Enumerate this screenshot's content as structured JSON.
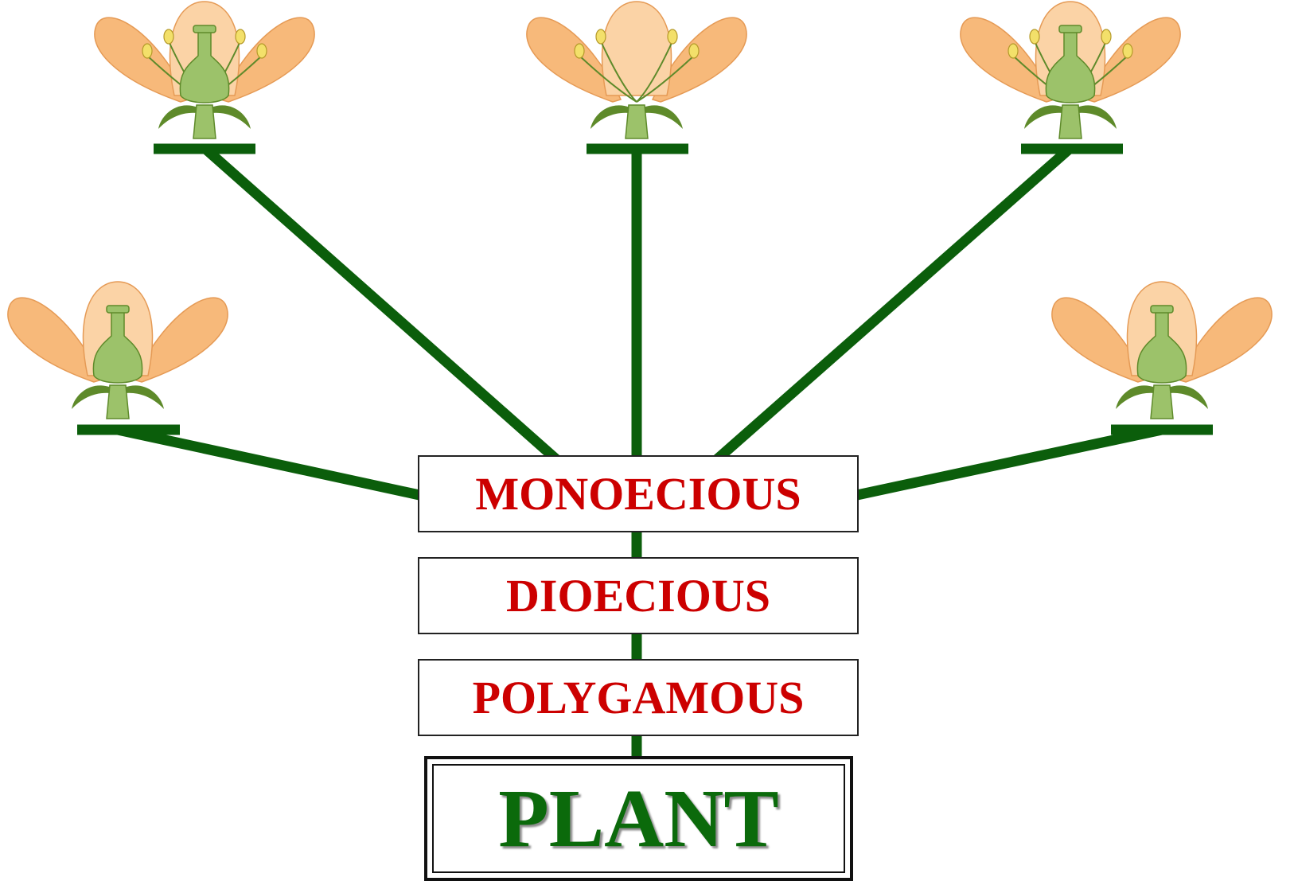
{
  "diagram": {
    "colors": {
      "stem": "#0b5e0b",
      "type_text": "#cc0000",
      "plant_text": "#0b6a0b",
      "petal": "#f7b97a",
      "petal_light": "#fbd3a6",
      "green_part": "#9cc26a",
      "dark_green": "#5e8a2a",
      "anther": "#f3e06a"
    },
    "types": [
      {
        "id": "monoecious",
        "label": "MONOECIOUS"
      },
      {
        "id": "dioecious",
        "label": "DIOECIOUS"
      },
      {
        "id": "polygamous",
        "label": "POLYGAMOUS"
      }
    ],
    "root_label": "PLANT",
    "flowers": [
      {
        "id": "pistillate-left",
        "kind": "pistillate"
      },
      {
        "id": "bisexual-upper-left",
        "kind": "bisexual"
      },
      {
        "id": "staminate-top",
        "kind": "staminate"
      },
      {
        "id": "bisexual-upper-right",
        "kind": "bisexual"
      },
      {
        "id": "pistillate-right",
        "kind": "pistillate"
      }
    ]
  }
}
